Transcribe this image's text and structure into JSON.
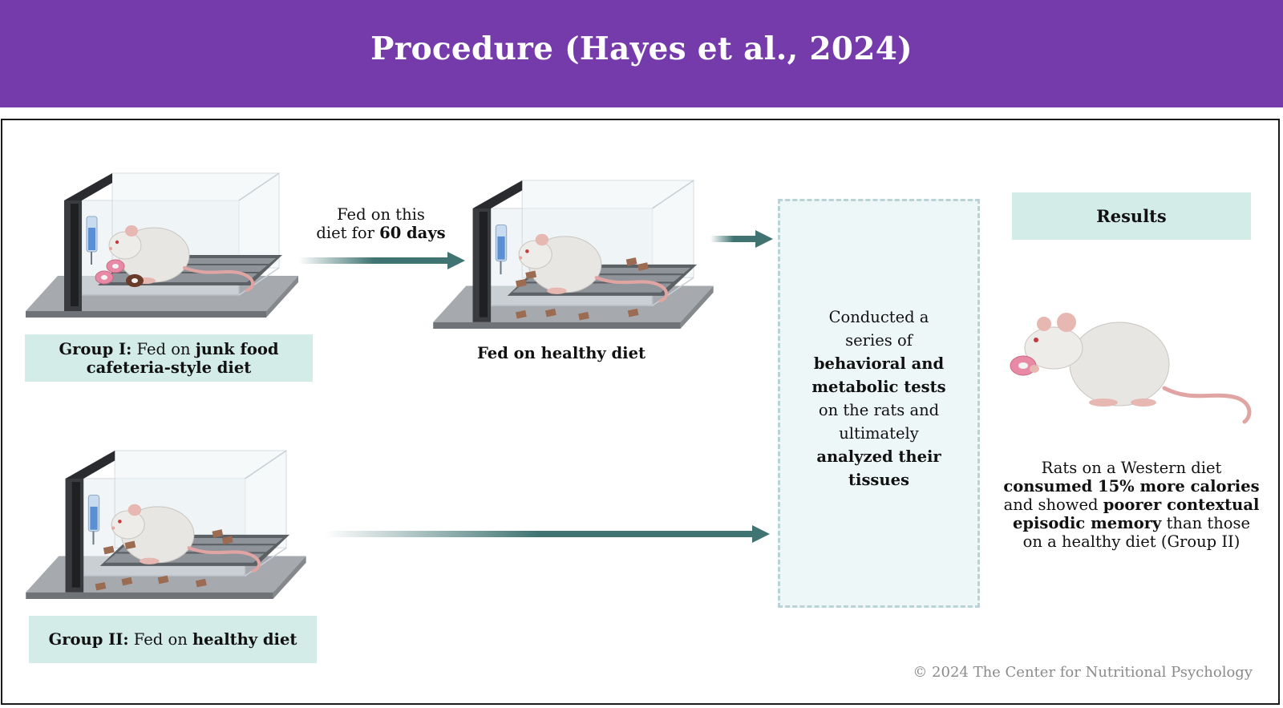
{
  "header": {
    "title": "Procedure (Hayes et al., 2024)"
  },
  "group1": {
    "label_bold": "Group I:",
    "label_mid": " Fed on ",
    "label_bold2": "junk food",
    "label_line2": "cafeteria-style diet"
  },
  "group2": {
    "label_bold": "Group II:",
    "label_mid": " Fed on ",
    "label_bold2": "healthy diet"
  },
  "arrow_top": {
    "line1": "Fed on this",
    "line2_pre": "diet for ",
    "line2_bold": "60 days"
  },
  "healthy_cage": {
    "label": "Fed on healthy diet"
  },
  "tests": {
    "l1": "Conducted a",
    "l2": "series of",
    "l3": "behavioral and",
    "l4": "metabolic tests",
    "l5": "on the rats and",
    "l6": "ultimately",
    "l7": "analyzed their",
    "l8": "tissues"
  },
  "results": {
    "title": "Results",
    "l1": "Rats on a Western diet",
    "l2_bold": "consumed 15% more calories",
    "l3_pre": "and showed ",
    "l3_bold": "poorer contextual",
    "l4_bold": "episodic memory",
    "l4_post": " than those",
    "l5": "on a healthy diet (Group II)"
  },
  "footer": {
    "copyright": "© 2024 The Center for Nutritional Psychology"
  },
  "colors": {
    "header_bg": "#763bab",
    "label_bg": "#d3ece8",
    "arrow": "#3f7472",
    "tests_bg": "#eef7f8"
  }
}
